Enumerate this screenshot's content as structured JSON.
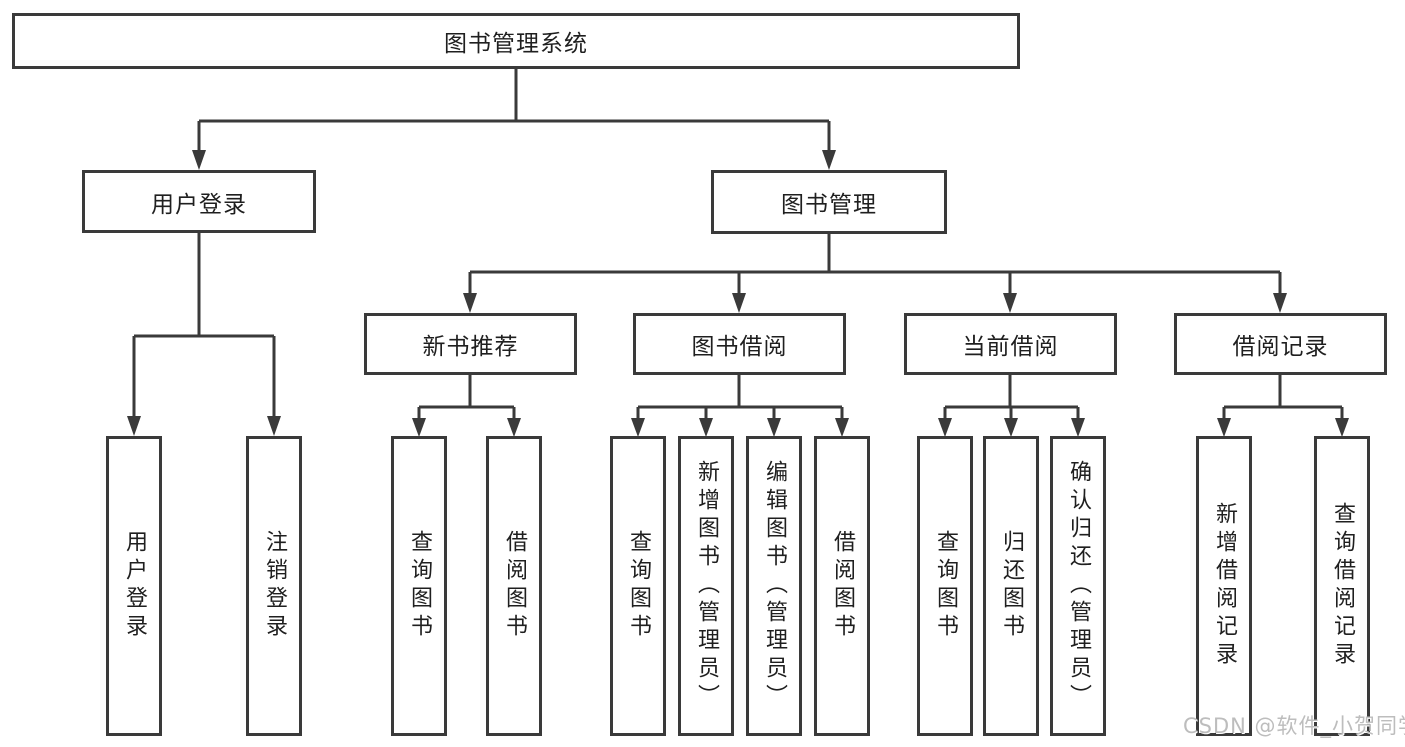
{
  "colors": {
    "line": "#3a3a3a",
    "box_background": "#ffffff",
    "text": "#1f1f1f",
    "watermark": "#bdbdbd"
  },
  "watermark": {
    "text": "CSDN @软件_小贺同学"
  },
  "tree": {
    "root": {
      "label": "图书管理系统"
    },
    "branches": [
      {
        "label": "用户登录",
        "children": [
          {
            "label": "用户登录"
          },
          {
            "label": "注销登录"
          }
        ]
      },
      {
        "label": "图书管理",
        "children": [
          {
            "label": "新书推荐",
            "children": [
              {
                "label": "查询图书"
              },
              {
                "label": "借阅图书"
              }
            ]
          },
          {
            "label": "图书借阅",
            "children": [
              {
                "label": "查询图书"
              },
              {
                "label": "新增图书（管理员）"
              },
              {
                "label": "编辑图书（管理员）"
              },
              {
                "label": "借阅图书"
              }
            ]
          },
          {
            "label": "当前借阅",
            "children": [
              {
                "label": "查询图书"
              },
              {
                "label": "归还图书"
              },
              {
                "label": "确认归还（管理员）"
              }
            ]
          },
          {
            "label": "借阅记录",
            "children": [
              {
                "label": "新增借阅记录"
              },
              {
                "label": "查询借阅记录"
              }
            ]
          }
        ]
      }
    ]
  }
}
